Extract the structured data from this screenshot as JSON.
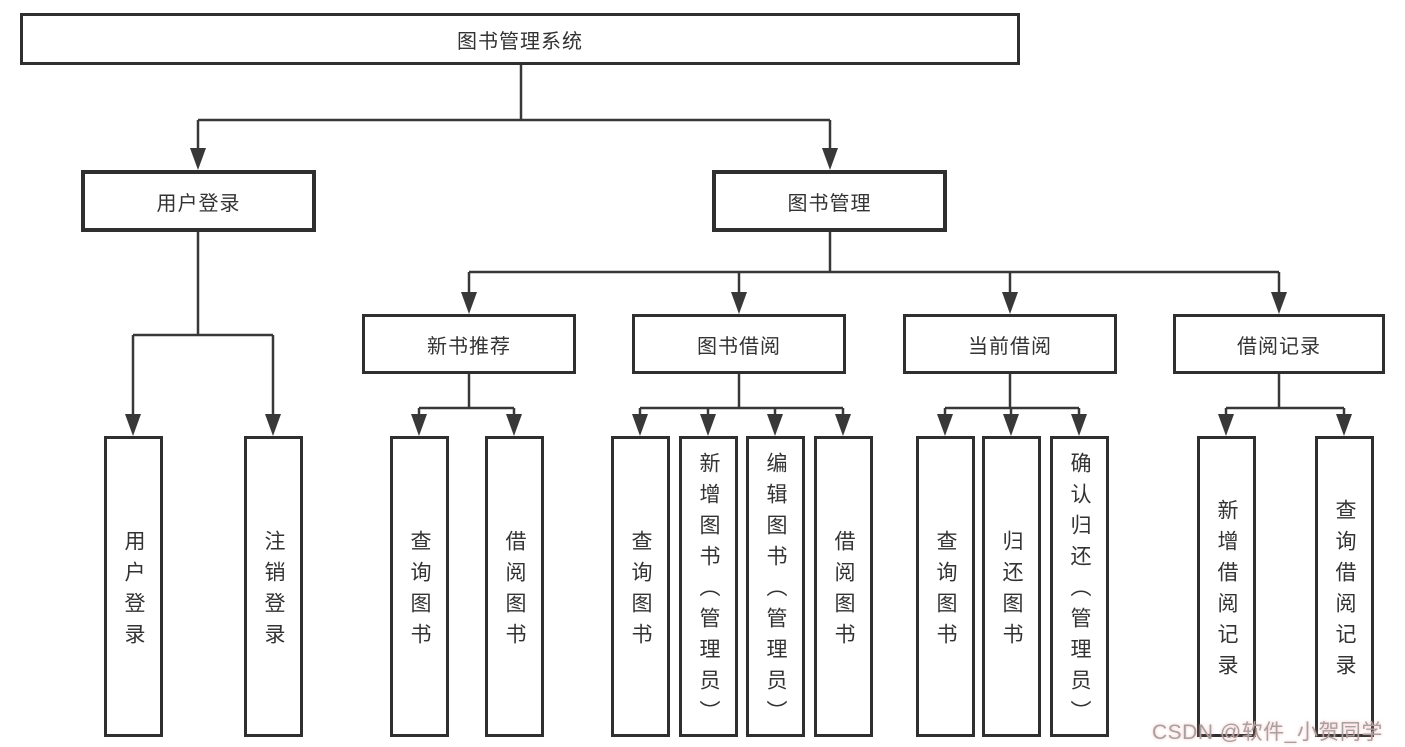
{
  "tree": {
    "label": "图书管理系统",
    "children": [
      {
        "label": "用户登录",
        "children": [
          {
            "label": "用户登录"
          },
          {
            "label": "注销登录"
          }
        ]
      },
      {
        "label": "图书管理",
        "children": [
          {
            "label": "新书推荐",
            "children": [
              {
                "label": "查询图书"
              },
              {
                "label": "借阅图书"
              }
            ]
          },
          {
            "label": "图书借阅",
            "children": [
              {
                "label": "查询图书"
              },
              {
                "label": "新增图书（管理员）"
              },
              {
                "label": "编辑图书（管理员）"
              },
              {
                "label": "借阅图书"
              }
            ]
          },
          {
            "label": "当前借阅",
            "children": [
              {
                "label": "查询图书"
              },
              {
                "label": "归还图书"
              },
              {
                "label": "确认归还（管理员）"
              }
            ]
          },
          {
            "label": "借阅记录",
            "children": [
              {
                "label": "新增借阅记录"
              },
              {
                "label": "查询借阅记录"
              }
            ]
          }
        ]
      }
    ]
  },
  "watermark": {
    "text": "CSDN @软件_小贺同学"
  },
  "colors": {
    "line": "#383838",
    "box_border": "#2f2f2f",
    "text": "#333333",
    "watermark": "#a6a2a2",
    "background": "#ffffff"
  }
}
